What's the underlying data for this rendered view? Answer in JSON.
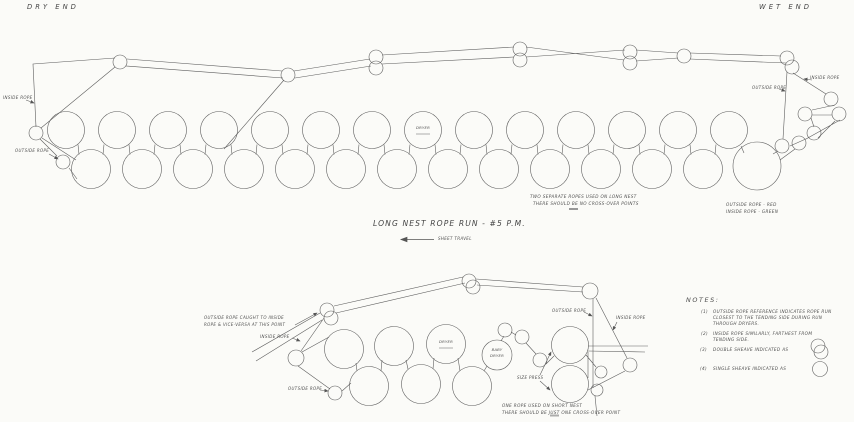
{
  "drawing": {
    "dry_end_label": "DRY END",
    "wet_end_label": "WET END"
  },
  "long_nest": {
    "title": "LONG NEST ROPE RUN - #5 P.M.",
    "sheet_travel_label": "SHEET TRAVEL",
    "inside_rope_left_label": "INSIDE ROPE",
    "outside_rope_left_label": "OUTSIDE ROPE",
    "dryer_label": "DRYER",
    "inside_rope_right_label": "INSIDE ROPE",
    "outside_rope_right_label": "OUTSIDE ROPE",
    "note_line1": "TWO SEPARATE ROPES USED ON LONG NEST",
    "note_line2": "THERE SHOULD BE NO CROSS-OVER POINTS",
    "rope_color_line1": "OUTSIDE ROPE - RED",
    "rope_color_line2": "INSIDE ROPE - GREEN"
  },
  "short_nest": {
    "caught_line1": "OUTSIDE ROPE CAUGHT TO INSIDE",
    "caught_line2": "ROPE & VICE-VERSA AT THIS POINT",
    "inside_rope_left_label": "INSIDE ROPE",
    "outside_rope_left_label": "OUTSIDE ROPE",
    "dryer_label": "DRYER",
    "baby_dryer_line1": "BABY",
    "baby_dryer_line2": "DRYER",
    "outside_rope_right_label": "OUTSIDE ROPE",
    "inside_rope_right_label": "INSIDE ROPE",
    "size_press_label": "SIZE PRESS",
    "note_line1": "ONE ROPE USED ON SHORT NEST",
    "note_line2": "THERE SHOULD BE JUST ONE CROSS-OVER POINT"
  },
  "notes": {
    "heading": "NOTES:",
    "item1_num": "(1)",
    "item1_text": "OUTSIDE ROPE REFERENCE INDICATES ROPE RUN CLOSEST TO THE TENDING SIDE DURING RUN THROUGH DRYERS.",
    "item2_num": "(2)",
    "item2_text": "INSIDE ROPE SIMILARLY, FARTHEST FROM TENDING SIDE.",
    "item3_num": "(3)",
    "item3_text": "DOUBLE SHEAVE INDICATED AS",
    "item4_num": "(4)",
    "item4_text": "SINGLE SHEAVE INDICATED AS"
  },
  "colors": {
    "ink": "#555555",
    "paper": "#fbfbf8"
  }
}
